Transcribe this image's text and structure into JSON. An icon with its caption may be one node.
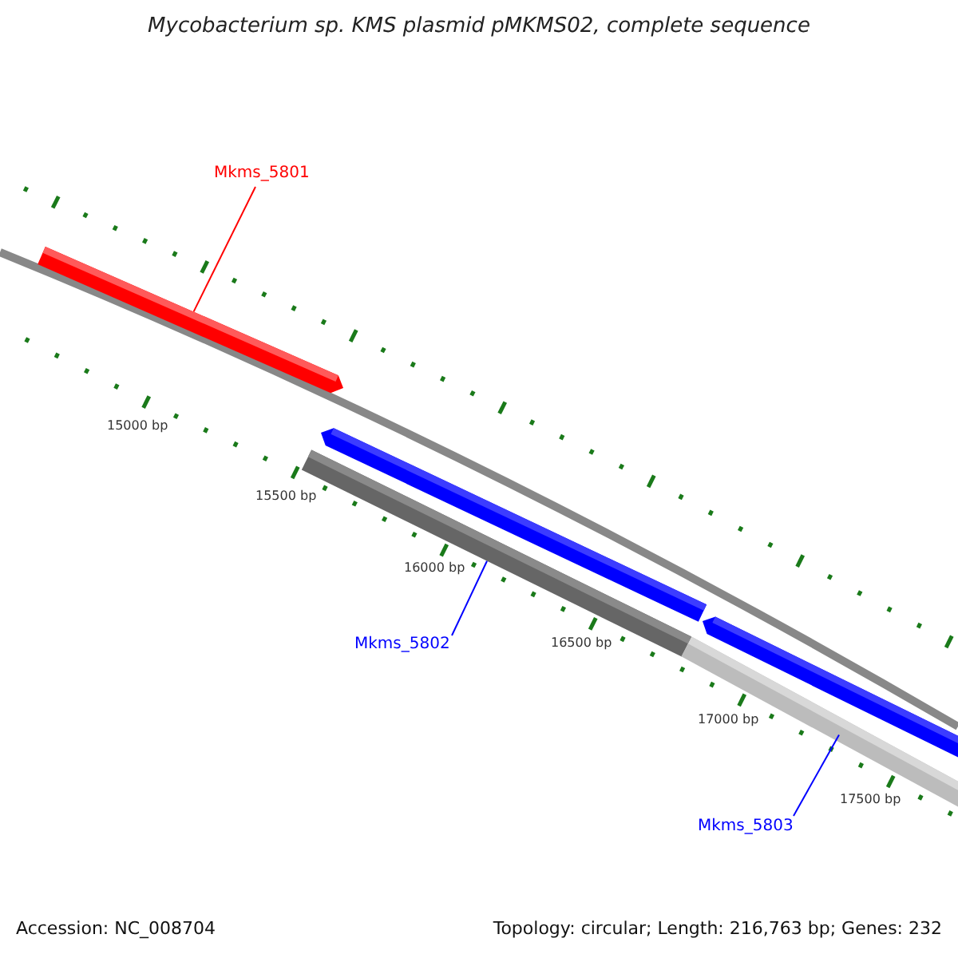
{
  "diagram": {
    "title": "Mycobacterium sp. KMS plasmid pMKMS02, complete sequence",
    "nodes": [
      {
        "text": [
          "Mkms_5801"
        ]
      },
      {
        "text": [],
        "shape": "bar"
      },
      {
        "text": [],
        "shape": "bar"
      },
      {
        "text": [],
        "shape": "bar"
      },
      {
        "text": [],
        "shape": "bar"
      },
      {
        "text": [],
        "shape": "bar"
      },
      {
        "text": [
          "Mkms_5802"
        ]
      },
      {
        "text": [
          "Mkms_5803"
        ]
      }
    ],
    "edges": [
      {
        "from": 0,
        "to": 1,
        "arrow": "none",
        "color": "#ff0000"
      },
      {
        "from": 6,
        "to": 4,
        "arrow": "none"
      },
      {
        "from": 7,
        "to": 5,
        "arrow": "none"
      }
    ],
    "labels": [
      "15000 bp",
      "15500 bp",
      "16000 bp",
      "16500 bp",
      "17000 bp",
      "17500 bp",
      "Accession: NC_008704",
      "Topology: circular; Length: 216,763 bp; Genes: 232"
    ]
  }
}
